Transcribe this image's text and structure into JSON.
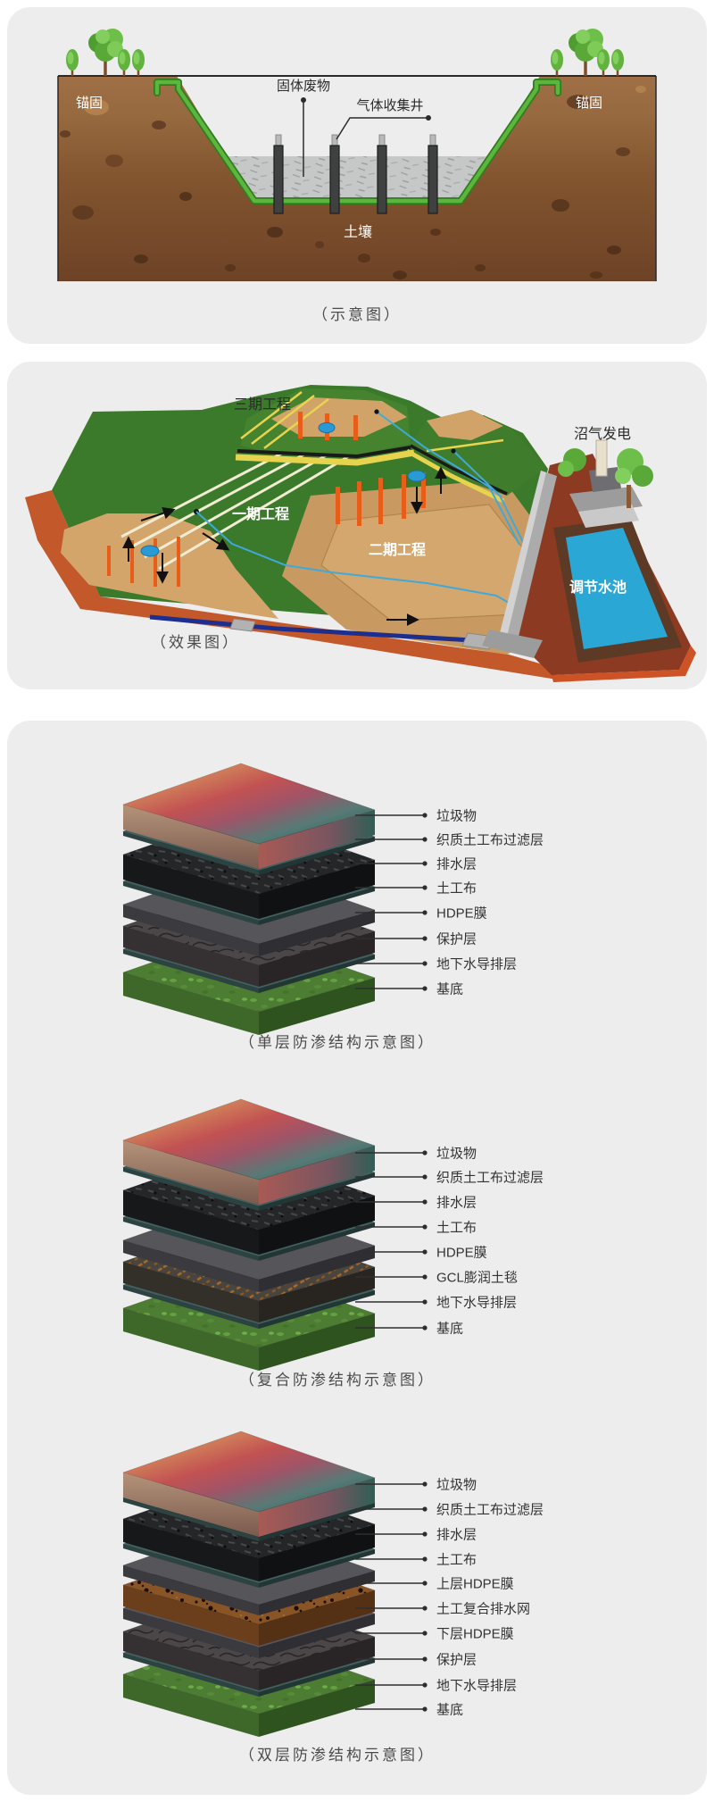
{
  "page": {
    "background": "#ffffff",
    "card_background": "#ededed"
  },
  "icons": {
    "tree": "tree-icon",
    "water_drop": "water-drop-icon",
    "arrow": "arrow-icon"
  },
  "panel_schematic": {
    "caption": "（示意图）",
    "labels": {
      "anchor_left": "锚固",
      "anchor_right": "锚固",
      "solid_waste": "固体废物",
      "gas_collection_well": "气体收集井",
      "soil": "土壤"
    },
    "colors": {
      "liner_green": "#5cb53c",
      "waste_gray": "#c6c8c7",
      "soil_brown": "#8a5a36"
    }
  },
  "panel_rendering": {
    "caption": "（效果图）",
    "labels": {
      "phase_1": "一期工程",
      "phase_2": "二期工程",
      "phase_3": "三期工程",
      "biogas_power": "沼气发电",
      "regulating_pool": "调节水池"
    },
    "colors": {
      "grass_green": "#3b7a2b",
      "cover_tan": "#c89a62",
      "pond_blue": "#2ba7d6",
      "yard_red": "#8c3a22",
      "rust_orange": "#c3582a",
      "pipe_blue": "#3fa9dc",
      "well_orange": "#e85d17",
      "leachate_blue": "#1c2f8e"
    }
  },
  "panel_liners": {
    "diagrams": [
      {
        "caption": "（单层防渗结构示意图）",
        "layers": [
          "垃圾物",
          "织质土工布过滤层",
          "排水层",
          "土工布",
          "HDPE膜",
          "保护层",
          "地下水导排层",
          "基底"
        ]
      },
      {
        "caption": "（复合防渗结构示意图）",
        "layers": [
          "垃圾物",
          "织质土工布过滤层",
          "排水层",
          "土工布",
          "HDPE膜",
          "GCL膨润土毯",
          "地下水导排层",
          "基底"
        ]
      },
      {
        "caption": "（双层防渗结构示意图）",
        "layers": [
          "垃圾物",
          "织质土工布过滤层",
          "排水层",
          "土工布",
          "上层HDPE膜",
          "土工复合排水网",
          "下层HDPE膜",
          "保护层",
          "地下水导排层",
          "基底"
        ]
      }
    ],
    "colors": {
      "water_drop_blue": "#2a9ad8",
      "base_green": "#4d7d33",
      "sheet_teal": "#41605f"
    }
  }
}
